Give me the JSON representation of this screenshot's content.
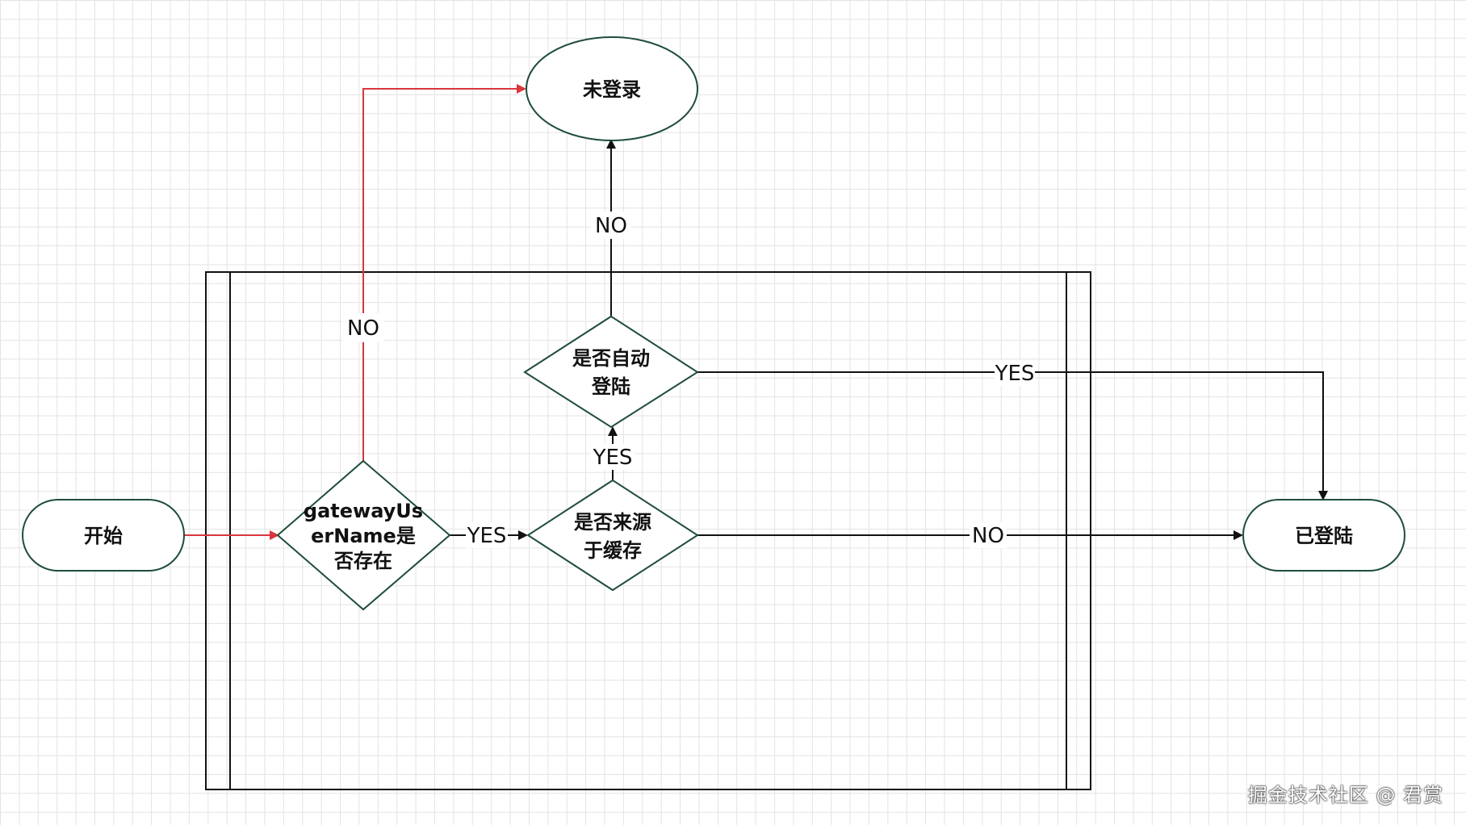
{
  "nodes": {
    "start": "开始",
    "check_gateway": [
      "gatewayUs",
      "erName是",
      "否存在"
    ],
    "check_cache": [
      "是否来源",
      "于缓存"
    ],
    "check_auto": [
      "是否自动",
      "登陆"
    ],
    "not_logged_in": "未登录",
    "logged_in": "已登陆"
  },
  "edges": {
    "gateway_no": "NO",
    "gateway_yes": "YES",
    "cache_yes": "YES",
    "cache_no": "NO",
    "auto_no": "NO",
    "auto_yes": "YES"
  },
  "watermark": "掘金技术社区 @ 君赏",
  "colors": {
    "node_stroke": "#1f4d3a",
    "edge": "#111111",
    "edge_red": "#d9363e"
  }
}
